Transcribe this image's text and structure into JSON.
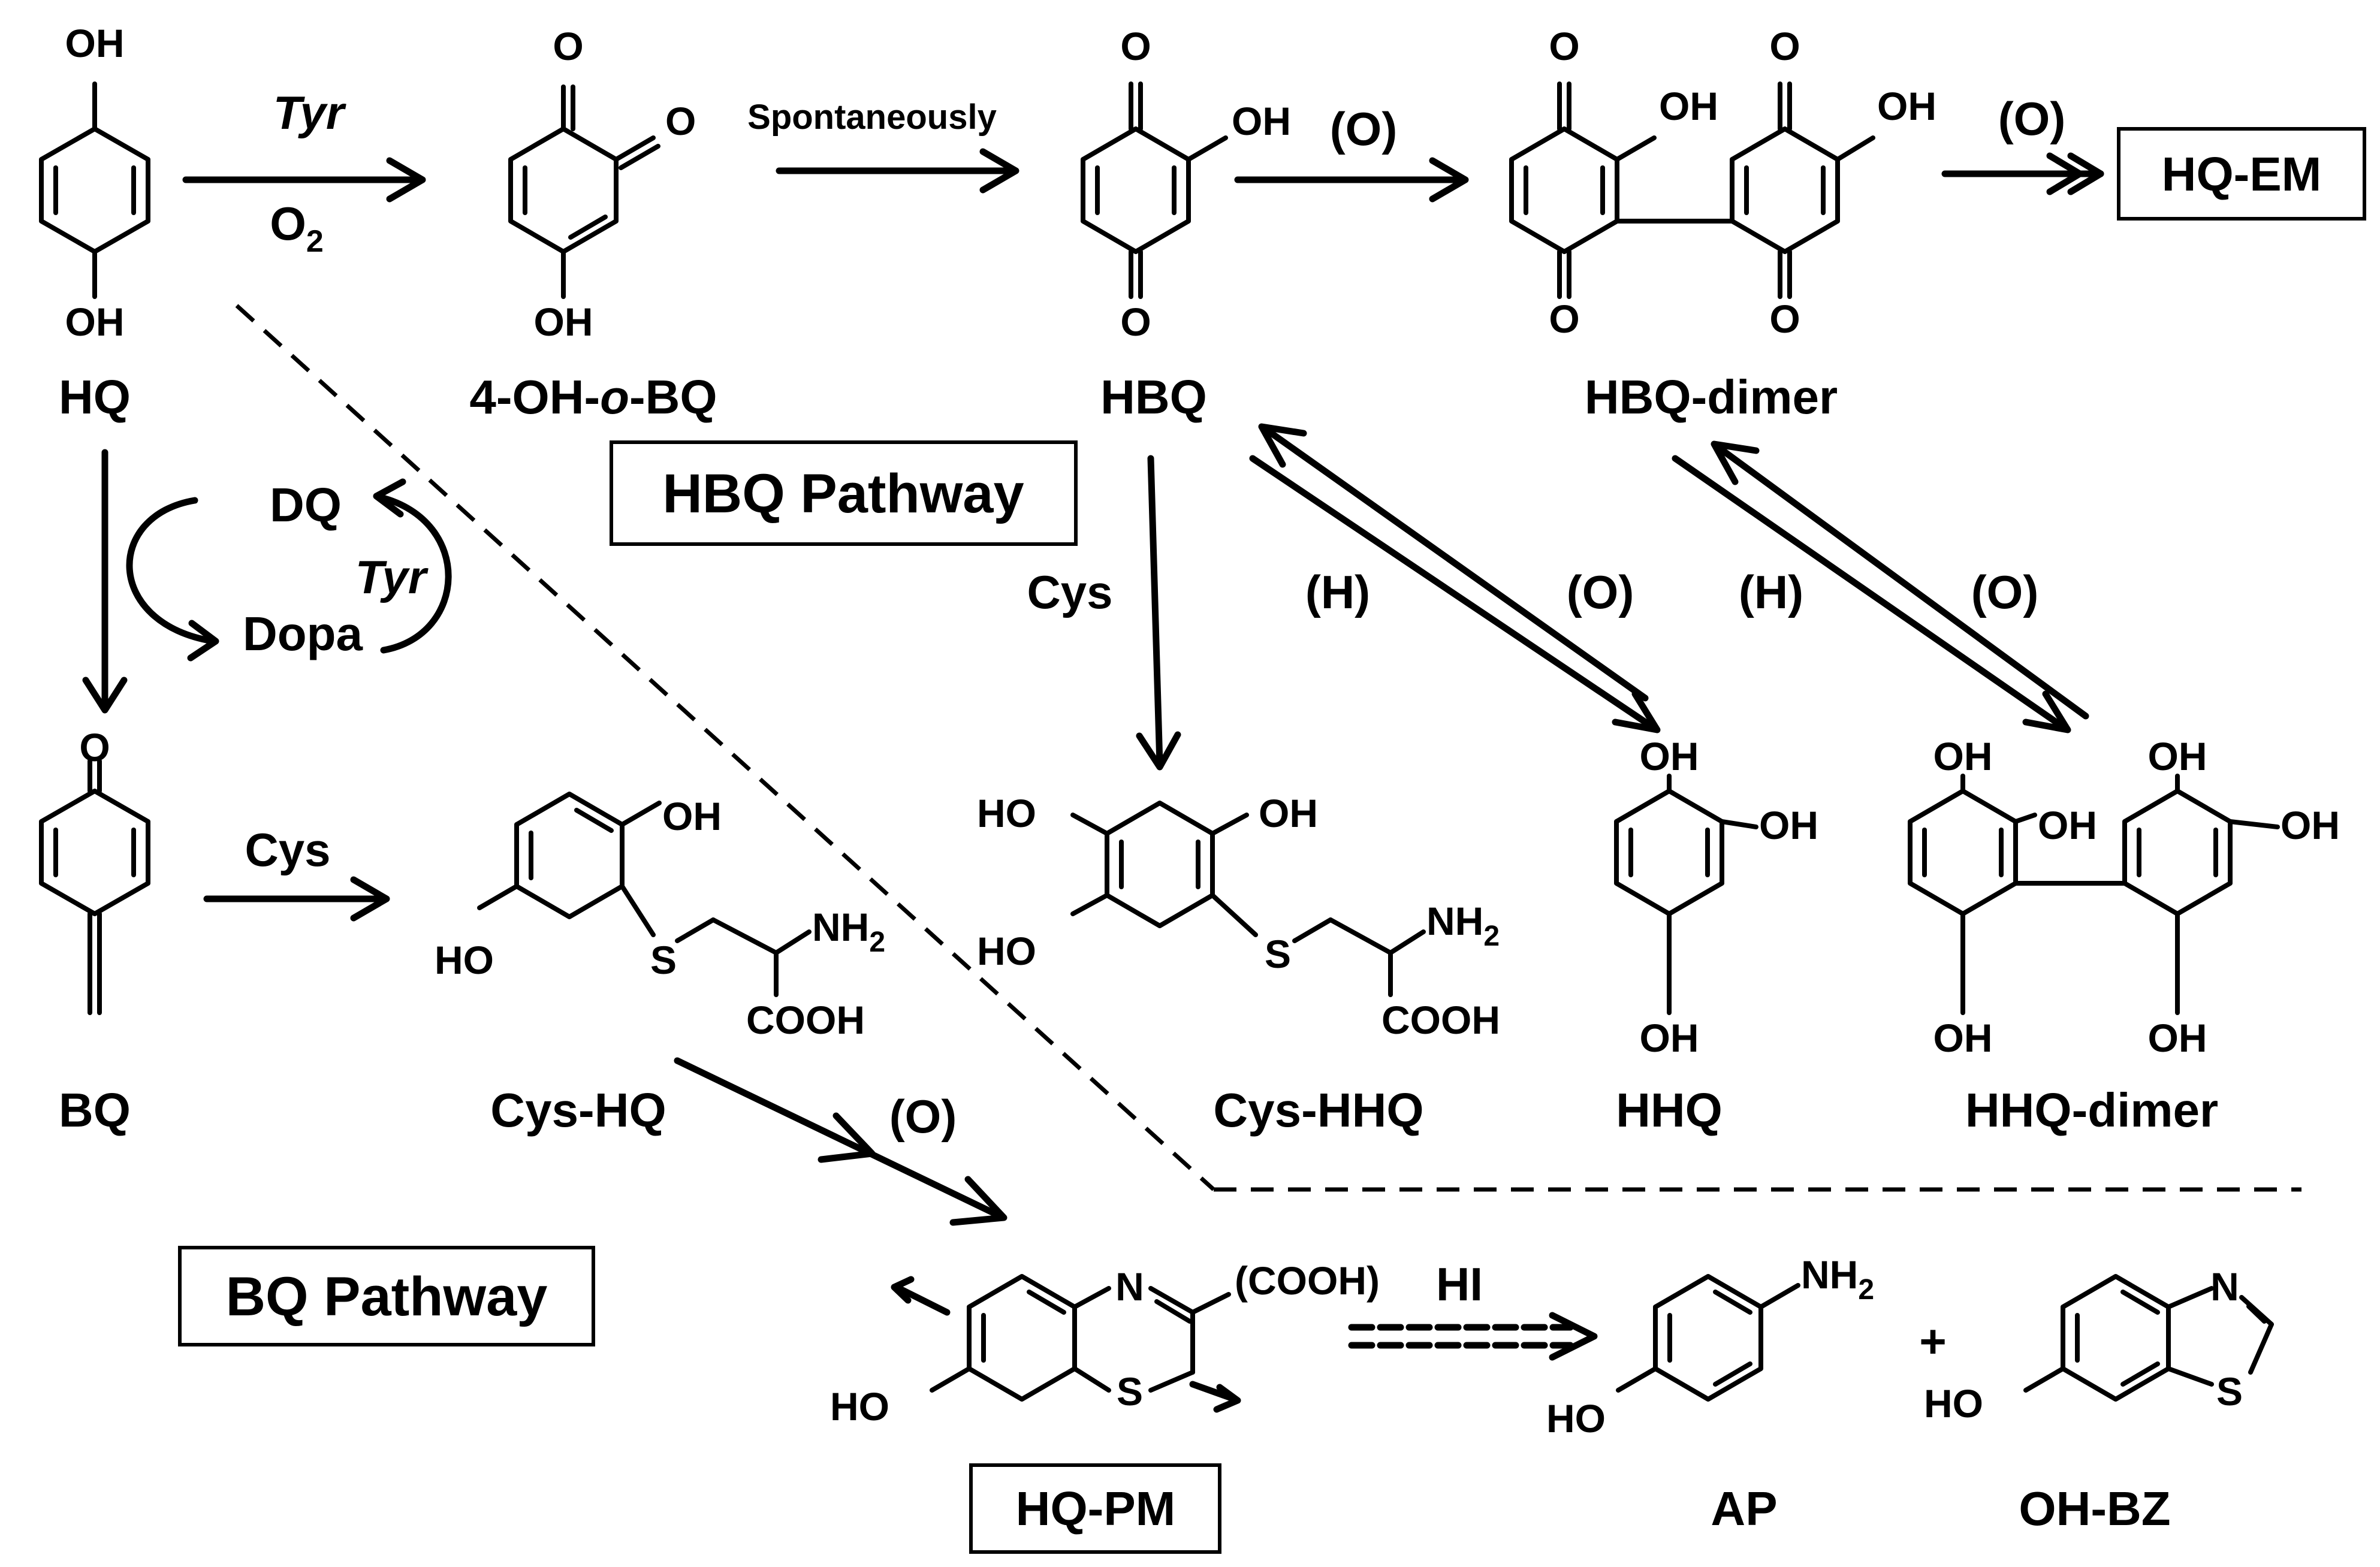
{
  "compounds": {
    "hq": "HQ",
    "oh_o_bq_a": "4-OH-",
    "oh_o_bq_b": "o",
    "oh_o_bq_c": "-BQ",
    "hbq": "HBQ",
    "hbq_dimer": "HBQ-dimer",
    "hq_em": "HQ-EM",
    "bq": "BQ",
    "cys_hq": "Cys-HQ",
    "cys_hhq": "Cys-HHQ",
    "hhq": "HHQ",
    "hhq_dimer": "HHQ-dimer",
    "hq_pm": "HQ-PM",
    "ap": "AP",
    "oh_bz": "OH-BZ",
    "dq": "DQ",
    "dopa": "Dopa"
  },
  "pathways": {
    "hbq_pathway": "HBQ Pathway",
    "bq_pathway": "BQ Pathway"
  },
  "reagents": {
    "tyr": "Tyr",
    "o2": "O",
    "o2_sub": "2",
    "spontaneously": "Spontaneously",
    "ox": "(O)",
    "red": "(H)",
    "cys": "Cys",
    "hi": "HI",
    "plus": "+"
  },
  "atoms": {
    "oh": "OH",
    "ho": "HO",
    "o": "O",
    "n": "N",
    "s": "S",
    "nh": "NH",
    "sub2": "2",
    "cooh": "COOH",
    "cooh_paren": "(COOH)"
  }
}
